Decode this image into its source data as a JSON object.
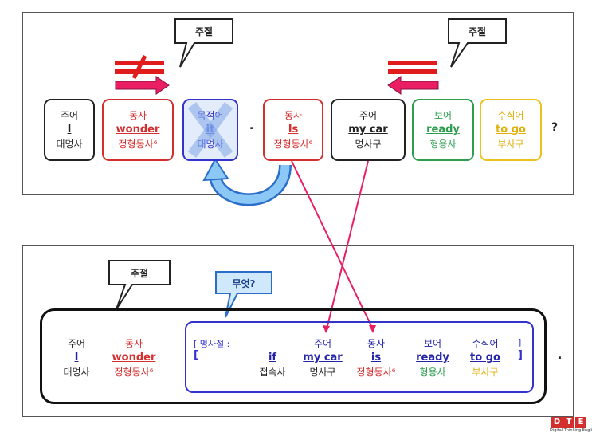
{
  "top": {
    "callout_left": "주절",
    "callout_right": "주절",
    "boxes": [
      {
        "role": "주어",
        "word": "I",
        "pos": "대명사"
      },
      {
        "role": "동사",
        "word": "wonder",
        "pos": "정형동사⁶"
      },
      {
        "role": "목적어",
        "word": "it",
        "pos": "대명사"
      },
      {
        "role": "동사",
        "word": "Is",
        "pos": "정형동사⁶"
      },
      {
        "role": "주어",
        "word": "my car",
        "pos": "명사구"
      },
      {
        "role": "보어",
        "word": "ready",
        "pos": "형용사"
      },
      {
        "role": "수식어",
        "word": "to go",
        "pos": "부사구"
      }
    ],
    "period": ".",
    "question": "?"
  },
  "bottom": {
    "callout_main": "주절",
    "callout_what": "무엇?",
    "main": [
      {
        "role": "주어",
        "word": "I",
        "pos": "대명사"
      },
      {
        "role": "동사",
        "word": "wonder",
        "pos": "정형동사⁶"
      }
    ],
    "clause_label": "[ 명사절 :",
    "clause_open": "[",
    "clause_close_top": "]",
    "clause_close": "]",
    "clause": [
      {
        "role": "",
        "word": "if",
        "pos": "접속사"
      },
      {
        "role": "주어",
        "word": "my car",
        "pos": "명사구"
      },
      {
        "role": "동사",
        "word": "is",
        "pos": "정형동사⁶"
      },
      {
        "role": "보어",
        "word": "ready",
        "pos": "형용사"
      },
      {
        "role": "수식어",
        "word": "to go",
        "pos": "부사구"
      }
    ],
    "period": "."
  },
  "logo": {
    "mark": [
      "D",
      "T",
      "E"
    ],
    "text": "Digital Thinking English"
  },
  "colors": {
    "red": "#d32f2f",
    "blue": "#3333cc",
    "green": "#2e9d4e",
    "yellow": "#ecc21c",
    "pink": "#e91e63",
    "arrow_blue": "#4aa3e8"
  }
}
